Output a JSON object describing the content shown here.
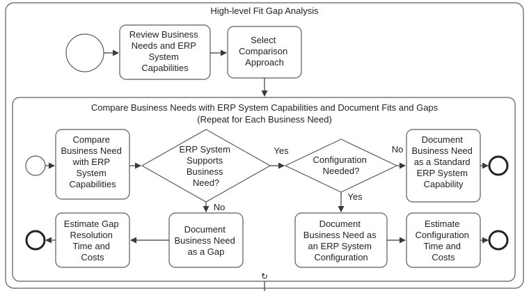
{
  "outer_title": "High-level Fit Gap Analysis",
  "sub_title_line1": "Compare Business Needs with ERP System Capabilities and Document Fits and Gaps",
  "sub_title_line2": "(Repeat for Each Business Need)",
  "tasks": {
    "review": [
      "Review Business",
      "Needs and ERP",
      "System",
      "Capabilities"
    ],
    "select": [
      "Select",
      "Comparison",
      "Approach"
    ],
    "compare": [
      "Compare",
      "Business Need",
      "with ERP",
      "System",
      "Capabilities"
    ],
    "doc_standard": [
      "Document",
      "Business Need",
      "as a Standard",
      "ERP System",
      "Capability"
    ],
    "doc_config": [
      "Document",
      "Business Need as",
      "an ERP System",
      "Configuration"
    ],
    "est_config": [
      "Estimate",
      "Configuration",
      "Time and",
      "Costs"
    ],
    "doc_gap": [
      "Document",
      "Business Need",
      "as a Gap"
    ],
    "est_gap": [
      "Estimate Gap",
      "Resolution",
      "Time and",
      "Costs"
    ]
  },
  "gateways": {
    "erp_supports": [
      "ERP System",
      "Supports",
      "Business",
      "Need?"
    ],
    "config_needed": [
      "Configuration",
      "Needed?"
    ]
  },
  "edge_labels": {
    "yes1": "Yes",
    "no1": "No",
    "no2": "No",
    "yes2": "Yes"
  },
  "loop_marker": "↻"
}
